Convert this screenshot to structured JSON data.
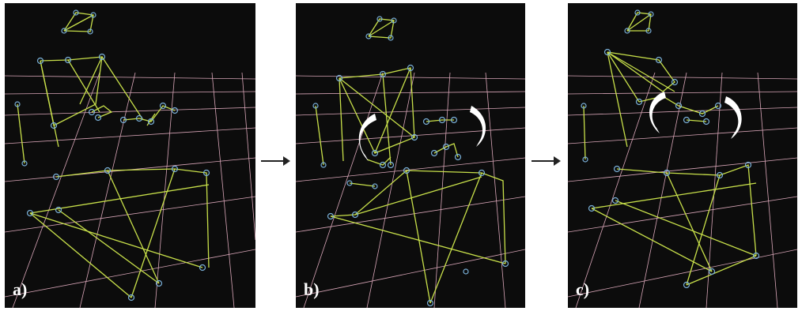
{
  "panels": [
    {
      "id": "a",
      "label": "a)"
    },
    {
      "id": "b",
      "label": "b)"
    },
    {
      "id": "c",
      "label": "c)"
    }
  ],
  "colors": {
    "background": "#0c0c0c",
    "grid": "#d9a6b8",
    "skeleton": "#c8e04a",
    "joint": "#7ab0d8",
    "rotation_arrow": "#ffffff",
    "sequence_arrow": "#222222"
  }
}
